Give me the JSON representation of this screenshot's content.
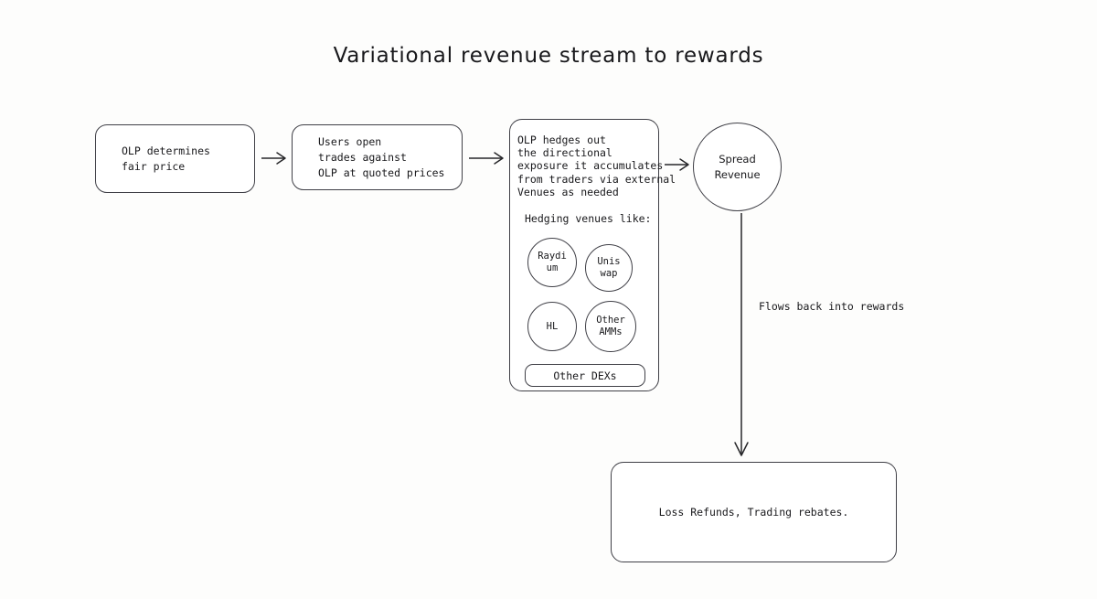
{
  "title": "Variational revenue stream to rewards",
  "nodes": {
    "olp_price": "OLP determines\nfair price",
    "users_open": "Users open\ntrades against\nOLP at quoted prices",
    "hedging_desc": "OLP hedges out\nthe directional\nexposure it accumulates\nfrom traders via external\nVenues as needed",
    "hedging_venues_label": "Hedging venues like:",
    "spread_revenue": "Spread\nRevenue",
    "rewards": "Loss Refunds, Trading rebates."
  },
  "venues": [
    {
      "id": "raydium",
      "label": "Raydi\num"
    },
    {
      "id": "uniswap",
      "label": "Unis\nwap"
    },
    {
      "id": "hl",
      "label": "HL"
    },
    {
      "id": "other-amms",
      "label": "Other\nAMMs"
    }
  ],
  "other_dexs": "Other DEXs",
  "edges": {
    "flows_back_label": "Flows back into rewards"
  },
  "colors": {
    "background": "#fdfdfc",
    "stroke": "#3f3f46",
    "connector": "#27272a",
    "text": "#18181b",
    "node_fill": "#ffffff"
  }
}
